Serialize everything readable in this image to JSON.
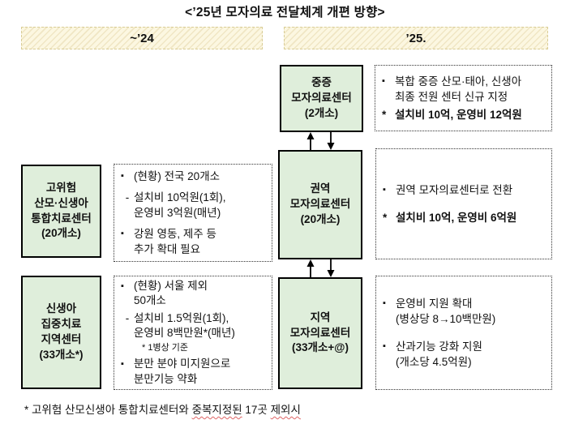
{
  "title": "<’25년 모자의료 전달체계 개편 방향>",
  "timeline": {
    "past": "~’24",
    "future": "’25."
  },
  "colors": {
    "center_box_fill": "#dfeedb",
    "bar_fill": "#fcf7e1",
    "bar_border": "#d9cd96",
    "squiggle_red": "#e06666"
  },
  "centers": {
    "severe": {
      "label": "중증\n모자의료센터\n(2개소)"
    },
    "regional": {
      "label": "권역\n모자의료센터\n(20개소)"
    },
    "local": {
      "label": "지역\n모자의료센터\n(33개소+@)"
    },
    "highrisk": {
      "label": "고위험\n산모·신생아\n통합치료센터\n(20개소)"
    },
    "nicu": {
      "label": "신생아\n집중치료\n지역센터\n(33개소*)"
    }
  },
  "notes": {
    "right_severe": {
      "items": [
        {
          "marker": "▪",
          "text": "복합 중증 산모·태아, 신생아\n최종 전원 센터 신규 지정"
        },
        {
          "marker": "*",
          "text": "설치비 10억, 운영비 12억원"
        }
      ]
    },
    "right_regional": {
      "items": [
        {
          "marker": "▪",
          "text": "권역 모자의료센터로 전환"
        },
        {
          "marker": "*",
          "text": "설치비 10억, 운영비 6억원"
        }
      ]
    },
    "right_local": {
      "items": [
        {
          "marker": "▪",
          "text": "운영비 지원 확대\n(병상당 8→10백만원)"
        },
        {
          "marker": "▪",
          "text": "산과기능 강화 지원\n(개소당 4.5억원)"
        }
      ]
    },
    "left_highrisk": {
      "items": [
        {
          "marker": "▪",
          "text": "(현황) 전국 20개소"
        },
        {
          "marker": "-",
          "text": "설치비 10억원(1회),\n운영비 3억원(매년)"
        },
        {
          "marker": "▪",
          "text": "강원 영동, 제주 등\n추가 확대 필요"
        }
      ]
    },
    "left_nicu": {
      "items": [
        {
          "marker": "▪",
          "text": "(현황) 서울 제외\n50개소"
        },
        {
          "marker": "-",
          "text": "설치비 1.5억원(1회),\n운영비 8백만원*(매년)"
        },
        {
          "marker": "",
          "text": "* 1병상 기준"
        },
        {
          "marker": "▪",
          "text": "분만 분야 미지원으로\n분만기능 약화"
        }
      ]
    }
  },
  "footnote": {
    "prefix": "* 고위험 산모신생아 통합치료센터와 ",
    "underlined_1": "중복지정된",
    "middle": " 17곳 ",
    "underlined_2": "제외시"
  }
}
